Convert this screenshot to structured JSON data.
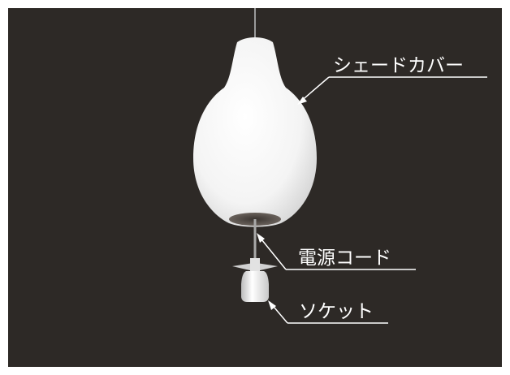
{
  "figure": {
    "background_color": "#2d2926",
    "border_color": "#ffffff",
    "labels": {
      "shade_cover": "シェードカバー",
      "power_cord": "電源コード",
      "socket": "ソケット"
    }
  }
}
